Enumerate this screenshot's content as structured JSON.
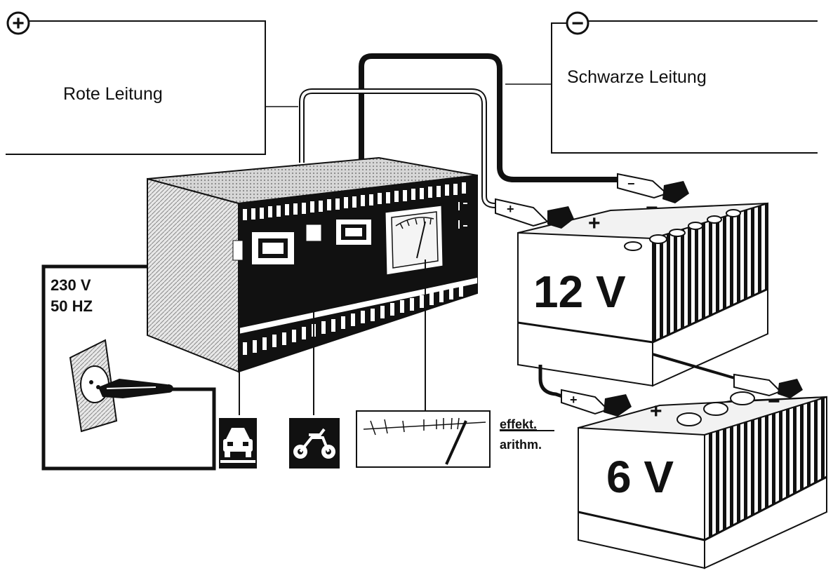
{
  "labels": {
    "red_lead": "Rote Leitung",
    "black_lead": "Schwarze Leitung",
    "supply_voltage": "230 V",
    "supply_frequency": "50 HZ",
    "battery_12v": "12 V",
    "battery_6v": "6 V",
    "meter_effective": "effekt.",
    "meter_arithmetic": "arithm.",
    "plus_sign": "+",
    "minus_sign": "−"
  },
  "icons": {
    "car_mode": "car-icon",
    "motorcycle_mode": "motorcycle-icon",
    "meter_scale": "ammeter-scale-icon"
  },
  "colors": {
    "ink": "#111111",
    "paper": "#ffffff",
    "housing_shade": "#3a3a3a"
  }
}
